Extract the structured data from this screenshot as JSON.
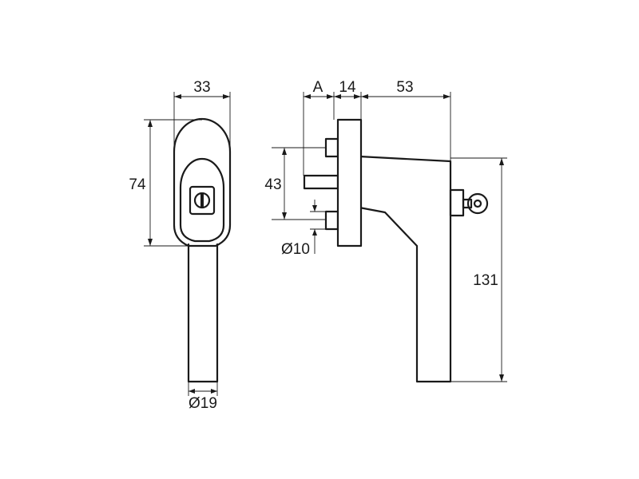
{
  "dimensions": {
    "front_width": "33",
    "front_height": "74",
    "handle_diameter": "Ø19",
    "offset_a": "A",
    "base_depth": "14",
    "lever_length": "53",
    "spindle_spacing": "43",
    "spindle_diameter": "Ø10",
    "total_height": "131"
  }
}
